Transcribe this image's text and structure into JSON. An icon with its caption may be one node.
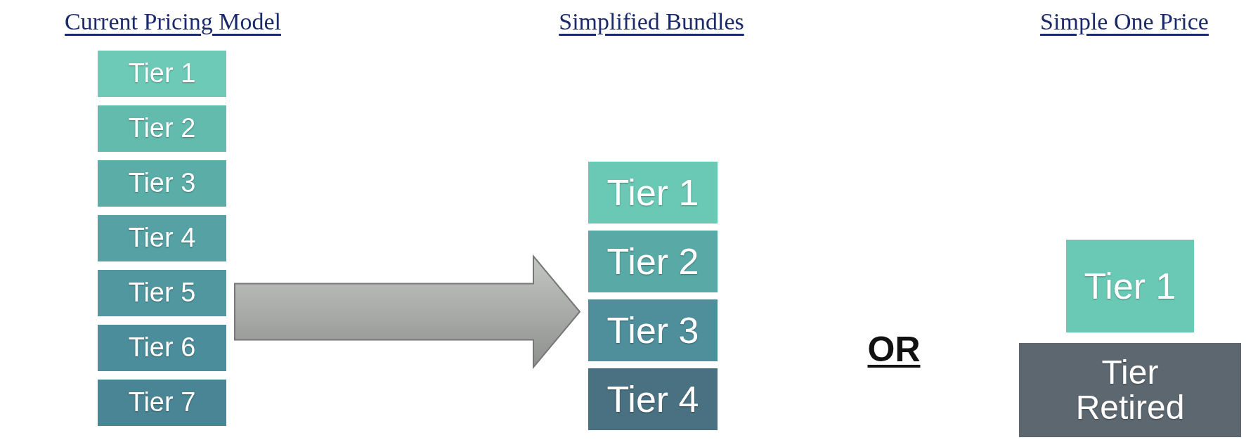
{
  "diagram": {
    "nodes": [
      {
        "text": [
          "Tier 1"
        ]
      },
      {
        "text": [
          "Tier 2"
        ]
      },
      {
        "text": [
          "Tier 3"
        ]
      },
      {
        "text": [
          "Tier 4"
        ]
      },
      {
        "text": [
          "Tier 5"
        ]
      },
      {
        "text": [
          "Tier 6"
        ]
      },
      {
        "text": [
          "Tier 7"
        ]
      },
      {
        "text": [
          "Tier 1"
        ]
      },
      {
        "text": [
          "Tier 2"
        ]
      },
      {
        "text": [
          "Tier 3"
        ]
      },
      {
        "text": [
          "Tier 4"
        ]
      },
      {
        "text": [
          "Tier 1"
        ]
      },
      {
        "text": [
          "Tier Retired"
        ]
      }
    ],
    "edges": [
      {
        "from": 4,
        "to": 9,
        "arrow": "to"
      }
    ],
    "labels": [
      "Current Pricing Model",
      "Simplified Bundles",
      "Simple One Price",
      "OR"
    ]
  }
}
